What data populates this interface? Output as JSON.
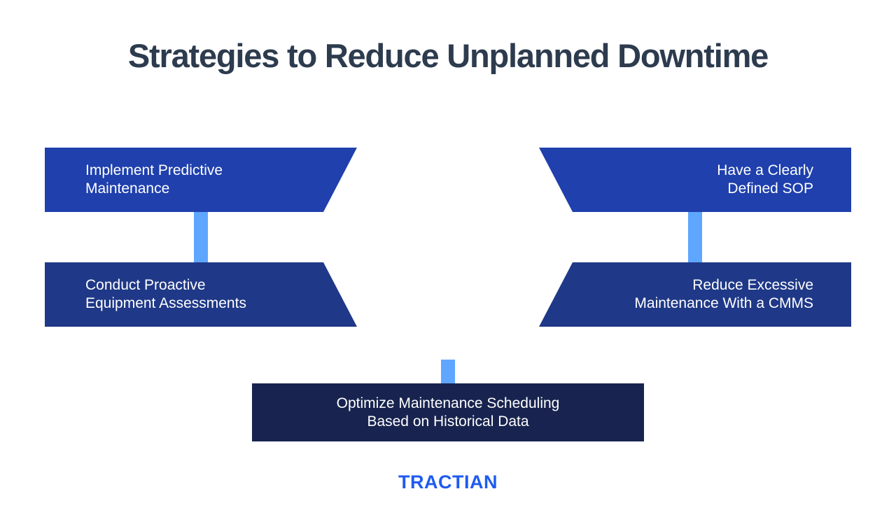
{
  "title": "Strategies to Reduce Unplanned Downtime",
  "strategies": [
    {
      "label": "Implement Predictive\nMaintenance",
      "color": "#1f40ad"
    },
    {
      "label": "Conduct Proactive\nEquipment Assessments",
      "color": "#1f3887"
    },
    {
      "label": "Have a Clearly\nDefined SOP",
      "color": "#1f40ad"
    },
    {
      "label": "Reduce Excessive\nMaintenance With a CMMS",
      "color": "#1f3887"
    },
    {
      "label": "Optimize Maintenance Scheduling\nBased on Historical Data",
      "color": "#18244f"
    }
  ],
  "connector_color": "#5ea6ff",
  "logo_text": "TRACTIAN",
  "colors": {
    "title": "#2d3b4e",
    "logo": "#1f5bf0"
  }
}
